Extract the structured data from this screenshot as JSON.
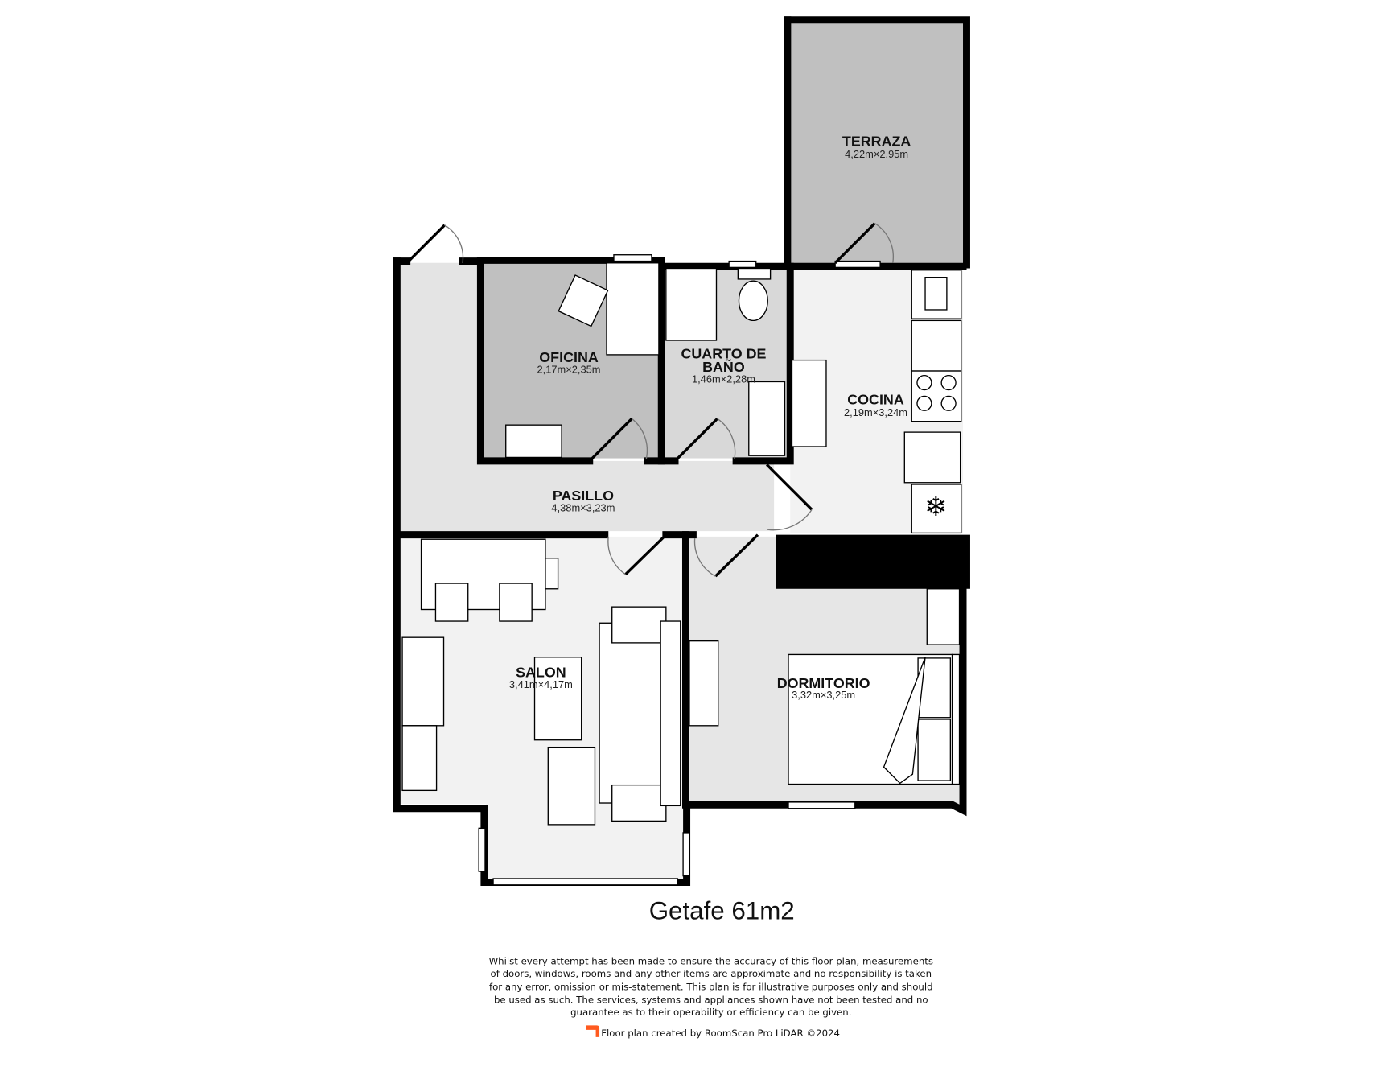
{
  "plan_title": "Getafe 61m2",
  "rooms": [
    {
      "name": "TERRAZA",
      "dims": "4,22m×2,95m"
    },
    {
      "name": "OFICINA",
      "dims": "2,17m×2,35m"
    },
    {
      "name": "CUARTO DE",
      "name2": "BAÑO",
      "dims": "1,46m×2,28m"
    },
    {
      "name": "COCINA",
      "dims": "2,19m×3,24m"
    },
    {
      "name": "PASILLO",
      "dims": "4,38m×3,23m"
    },
    {
      "name": "SALON",
      "dims": "3,41m×4,17m"
    },
    {
      "name": "DORMITORIO",
      "dims": "3,32m×3,25m"
    }
  ],
  "disclaimer": [
    "Whilst every attempt has been made to ensure the accuracy of this floor plan, measurements",
    "of doors, windows, rooms and any other items are approximate and no responsibility is taken",
    "for any error, omission or mis-statement. This plan is for illustrative purposes only and should",
    "be used as such. The services, systems and appliances shown have not been tested and no",
    "guarantee as to their operability or efficiency can be given."
  ],
  "credit": "Floor plan created by RoomScan Pro LiDAR ©2024",
  "colors": {
    "brand": "#ff5a1f",
    "terrace": "#c0c0c0",
    "office": "#c0c0c0",
    "bath": "#d8d8d8",
    "hall": "#e4e4e4",
    "kitchen": "#f2f2f2",
    "living": "#f2f2f2",
    "bedroom": "#e6e6e6"
  }
}
